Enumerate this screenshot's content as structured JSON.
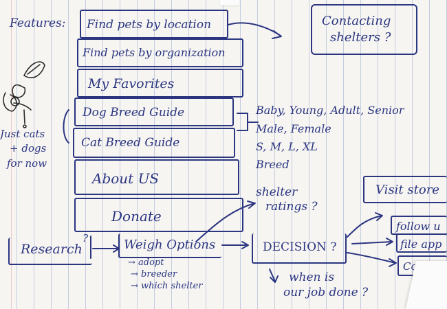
{
  "features_label": "Features:",
  "menu": {
    "find_location": "Find pets by location",
    "find_org": "Find pets by organization",
    "favorites": "My Favorites",
    "dog_guide": "Dog Breed Guide",
    "cat_guide": "Cat Breed Guide",
    "about": "About US",
    "donate": "Donate"
  },
  "contacting_shelters": [
    "Contacting",
    "shelters ?"
  ],
  "sidenote": [
    "Just cats",
    "+ dogs",
    "for now"
  ],
  "filters": [
    "Baby, Young, Adult, Senior",
    "Male, Female",
    "S, M, L, XL",
    "Breed"
  ],
  "flow": {
    "research": "Research",
    "research_mark": "?",
    "weigh": "Weigh Options",
    "options": [
      "→ adopt",
      "→ breeder",
      "→ which shelter"
    ],
    "shelter_ratings": [
      "shelter",
      "ratings ?"
    ],
    "decision": "DECISION ?",
    "when_done": [
      "when is",
      "our job done ?"
    ]
  },
  "outcomes": {
    "visit": "Visit store",
    "follow": "follow u",
    "file": "file app",
    "comm": "Comm"
  }
}
